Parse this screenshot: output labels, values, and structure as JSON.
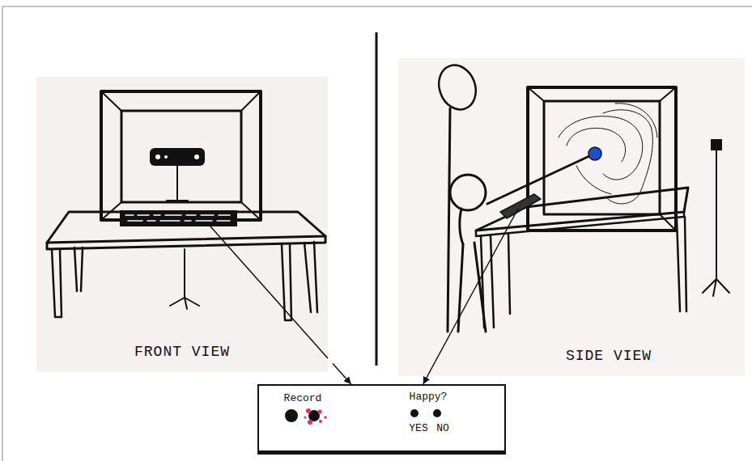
{
  "diagram": {
    "nodes": [
      {
        "text": [
          "FRONT VIEW"
        ]
      },
      {
        "text": [
          "SIDE VIEW"
        ]
      },
      {
        "text": [
          "Record",
          "Happy?",
          "YES",
          "NO"
        ]
      }
    ],
    "edges": [
      {
        "from": 0,
        "to": 2,
        "arrow": "to"
      },
      {
        "from": 1,
        "to": 2,
        "arrow": "to"
      }
    ]
  }
}
